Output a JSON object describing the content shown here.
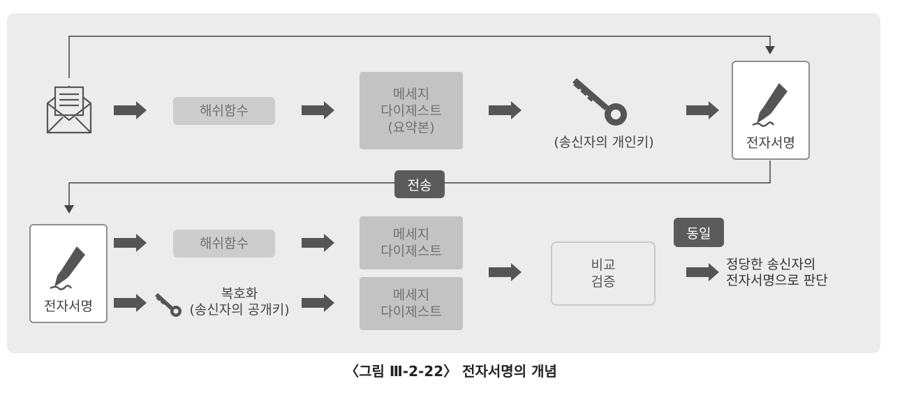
{
  "diagram": {
    "top_row": {
      "hash_function": "해쉬함수",
      "digest": "메세지\n다이제스트\n(요약본)",
      "private_key_label": "(송신자의 개인키)",
      "signature": "전자서명"
    },
    "transfer_badge": "전송",
    "bottom_row": {
      "signature": "전자서명",
      "hash_function": "해쉬함수",
      "digest_1": "메세지\n다이제스트",
      "decrypt_label": "복호화\n(송신자의 공개키)",
      "digest_2": "메세지\n다이제스트",
      "compare": "비교\n검증",
      "same_badge": "동일",
      "result": "정당한 송신자의\n전자서명으로 판단"
    },
    "icons": [
      "envelope-icon",
      "key-icon",
      "pen-icon",
      "arrow-icon"
    ]
  },
  "caption": "〈그림 Ⅲ-2-22〉 전자서명의 개념",
  "colors": {
    "panel": "#ececec",
    "arrow": "#555555",
    "box_light": "#cdcdcd",
    "badge": "#5b5b5b"
  }
}
